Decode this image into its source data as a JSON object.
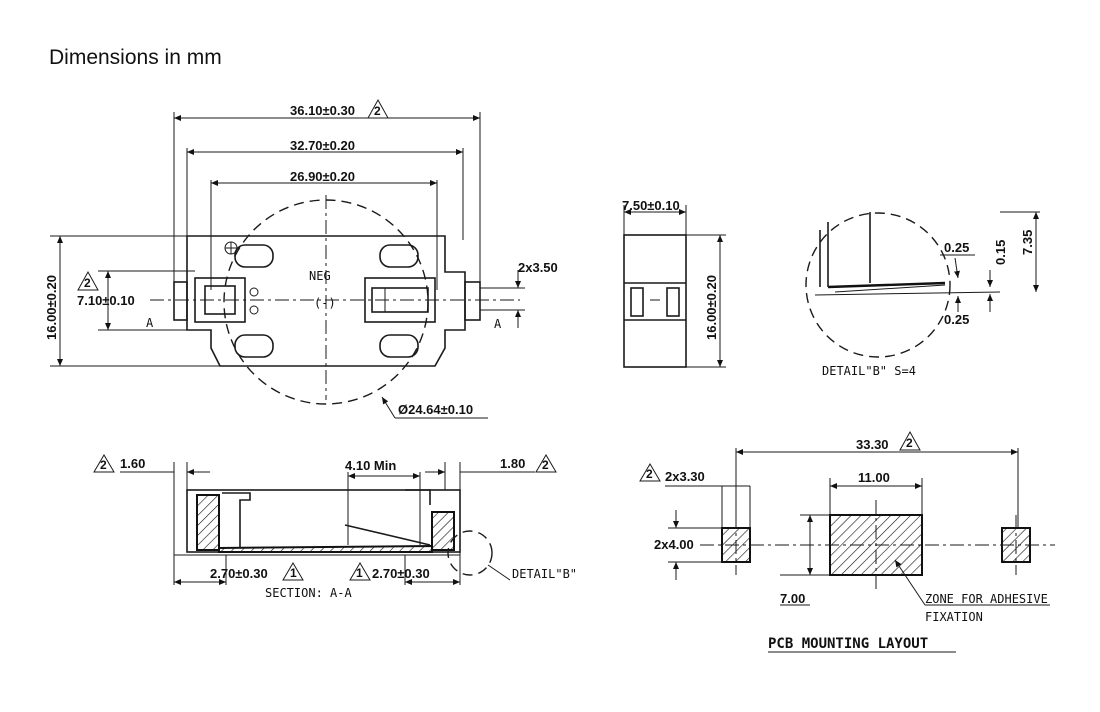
{
  "title": "Dimensions in mm",
  "top_view": {
    "overall_width": "36.10±0.30",
    "inner_width": "32.70±0.20",
    "contact_width": "26.90±0.20",
    "height": "16.00±0.20",
    "pad_height": "7.10±0.10",
    "pin_width": "2x3.50",
    "diameter": "Ø24.64±0.10",
    "polarity": "NEG",
    "polarity_symbol": "(-)",
    "section_mark": "A",
    "rev_markers": [
      "2",
      "2"
    ]
  },
  "side_view": {
    "depth": "7.50±0.10",
    "height": "16.00±0.20"
  },
  "detail_b": {
    "dim_a": "0.25",
    "dim_b": "0.25",
    "dim_c": "0.15",
    "dim_d": "7.35",
    "caption": "DETAIL\"B\" S=4"
  },
  "section": {
    "left_wall": "1.60",
    "right_wall": "1.80",
    "opening": "4.10 Min",
    "left_clip": "2.70±0.30",
    "right_clip": "2.70±0.30",
    "caption": "SECTION: A-A",
    "detail_ref": "DETAIL\"B\"",
    "rev_markers": [
      "2",
      "2",
      "1",
      "1"
    ]
  },
  "pcb_layout": {
    "overall": "33.30",
    "zone_width": "11.00",
    "pad_width": "2x3.30",
    "pad_height": "2x4.00",
    "zone_height": "7.00",
    "zone_label_1": "ZONE FOR ADHESIVE",
    "zone_label_2": "FIXATION",
    "caption": "PCB MOUNTING LAYOUT",
    "rev_markers": [
      "2",
      "2"
    ]
  }
}
